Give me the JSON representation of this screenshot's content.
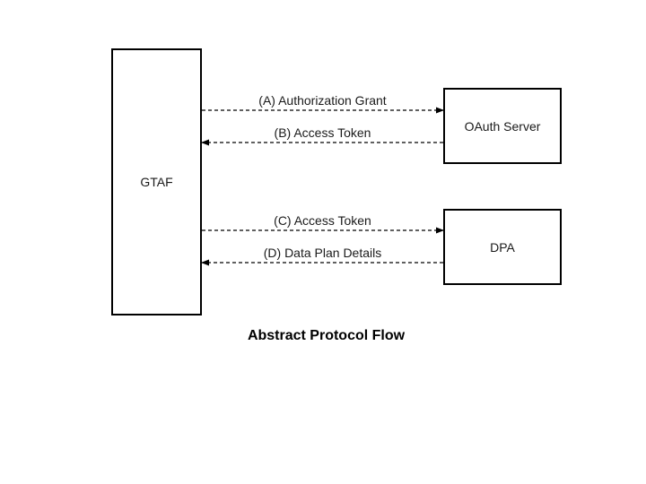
{
  "diagram": {
    "title": "Abstract Protocol Flow",
    "nodes": {
      "gtaf": {
        "label": "GTAF"
      },
      "oauth": {
        "label": "OAuth Server"
      },
      "dpa": {
        "label": "DPA"
      }
    },
    "flows": [
      {
        "id": "A",
        "label": "(A) Authorization Grant",
        "from": "GTAF",
        "to": "OAuth Server",
        "direction": "right"
      },
      {
        "id": "B",
        "label": "(B) Access Token",
        "from": "OAuth Server",
        "to": "GTAF",
        "direction": "left"
      },
      {
        "id": "C",
        "label": "(C) Access Token",
        "from": "GTAF",
        "to": "DPA",
        "direction": "right"
      },
      {
        "id": "D",
        "label": "(D) Data Plan Details",
        "from": "DPA",
        "to": "GTAF",
        "direction": "left"
      }
    ],
    "colors": {
      "background": "#ffffff",
      "line": "#000000",
      "text": "#1a1a1a"
    },
    "line_style": "dashed"
  }
}
